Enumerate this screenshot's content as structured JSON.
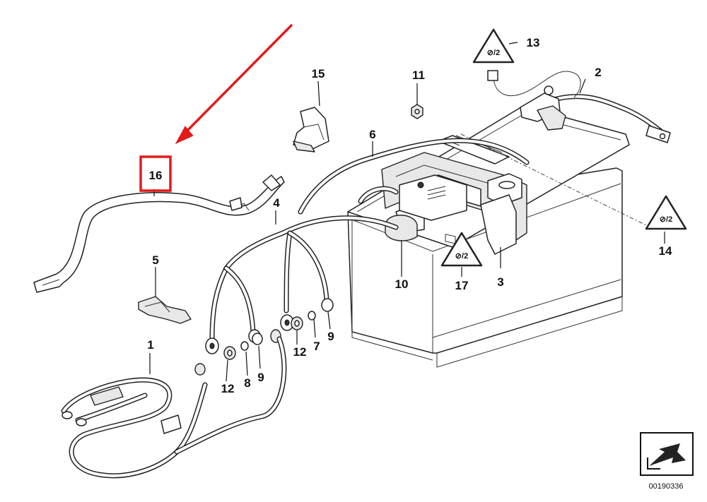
{
  "diagram": {
    "callouts": [
      {
        "id": "c1",
        "text": "1"
      },
      {
        "id": "c2",
        "text": "2"
      },
      {
        "id": "c3",
        "text": "3"
      },
      {
        "id": "c4",
        "text": "4"
      },
      {
        "id": "c5",
        "text": "5"
      },
      {
        "id": "c6",
        "text": "6"
      },
      {
        "id": "c7",
        "text": "7"
      },
      {
        "id": "c8",
        "text": "8"
      },
      {
        "id": "c9a",
        "text": "9"
      },
      {
        "id": "c9b",
        "text": "9"
      },
      {
        "id": "c10",
        "text": "10"
      },
      {
        "id": "c11",
        "text": "11"
      },
      {
        "id": "c12a",
        "text": "12"
      },
      {
        "id": "c12b",
        "text": "12"
      },
      {
        "id": "c13",
        "text": "13"
      },
      {
        "id": "c14",
        "text": "14"
      },
      {
        "id": "c15",
        "text": "15"
      },
      {
        "id": "c16",
        "text": "16"
      },
      {
        "id": "c17",
        "text": "17"
      }
    ],
    "warning_symbol_text": "⊘/2",
    "reference_number": "00190336",
    "highlight_color": "#e31b1b"
  }
}
